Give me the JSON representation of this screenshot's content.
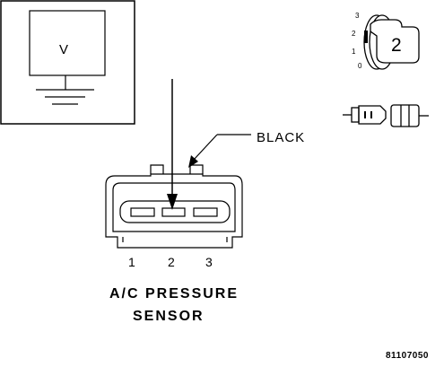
{
  "meter": {
    "label": "V"
  },
  "wire": {
    "color_label": "BLACK"
  },
  "connector": {
    "pins": [
      "1",
      "2",
      "3"
    ]
  },
  "title": {
    "line1": "A/C PRESSURE",
    "line2": "SENSOR"
  },
  "figure_id": "81107050",
  "ignition": {
    "positions": [
      "3",
      "2",
      "1",
      "0"
    ],
    "selected": "2"
  }
}
